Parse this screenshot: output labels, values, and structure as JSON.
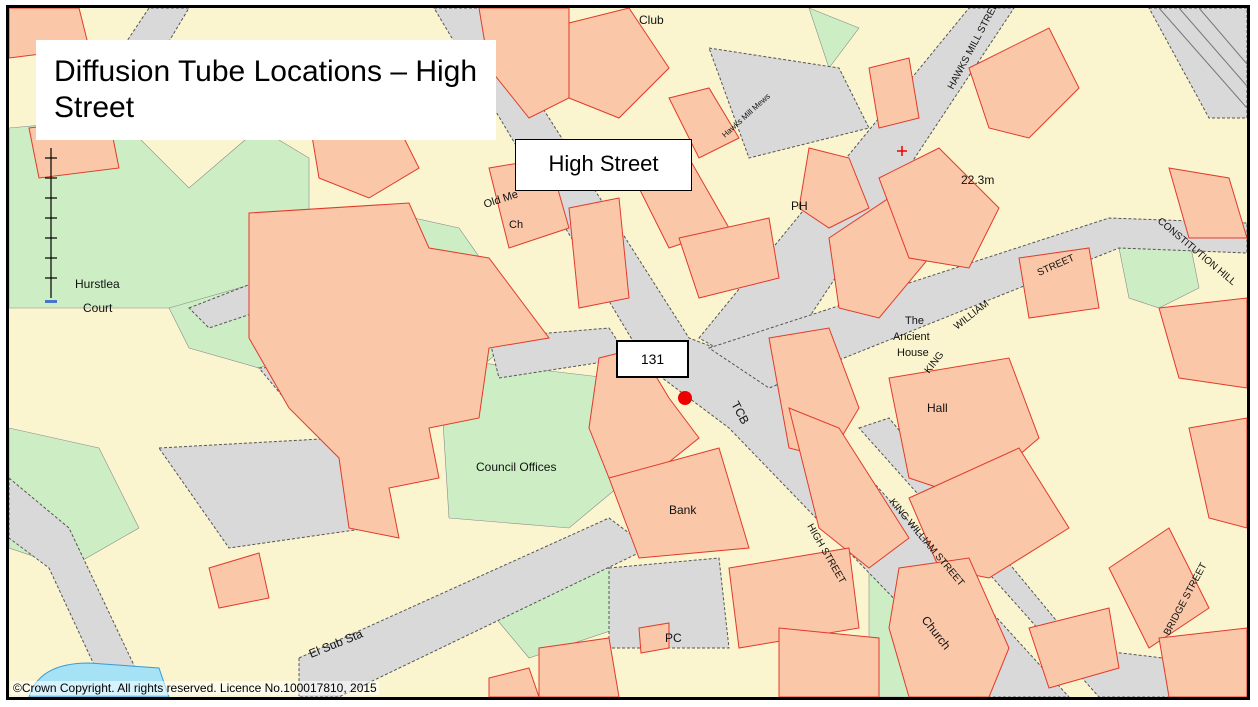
{
  "title": "Diffusion Tube Locations – High Street",
  "callouts": {
    "street": "High Street",
    "site": "131"
  },
  "copyright": "©Crown Copyright. All rights reserved. Licence No.100017810, 2015",
  "labels": {
    "club": "Club",
    "hurstlea": "Hurstlea",
    "court": "Court",
    "council_offices": "Council Offices",
    "bank": "Bank",
    "ph": "PH",
    "hall": "Hall",
    "church": "Church",
    "pc": "PC",
    "el_sub_sta": "El Sub Sta",
    "tcb": "TCB",
    "elevation": "22.3m",
    "the": "The",
    "ancient": "Ancient",
    "house": "House",
    "old_me": "Old Me",
    "ch": "Ch",
    "high_street_road": "HIGH STREET",
    "king_william_street_lower": "KING WILLIAM STREET",
    "king": "KING",
    "william": "WILLIAM",
    "street": "STREET",
    "constitution_hill": "CONSTITUTION HILL",
    "bridge_street": "BRIDGE STREET",
    "hawks_mill_street": "HAWKS MILL STREET",
    "hawks_mill_mews": "Hawks Mill Mews"
  },
  "colors": {
    "background": "#fbf5cf",
    "green": "#cdeec5",
    "road": "#d9d9d9",
    "building": "#fac7a8",
    "building_outline": "#e23a2a",
    "water": "#a6e2f5",
    "marker": "#ee0000"
  },
  "marker": {
    "name": "diffusion-tube-131"
  }
}
